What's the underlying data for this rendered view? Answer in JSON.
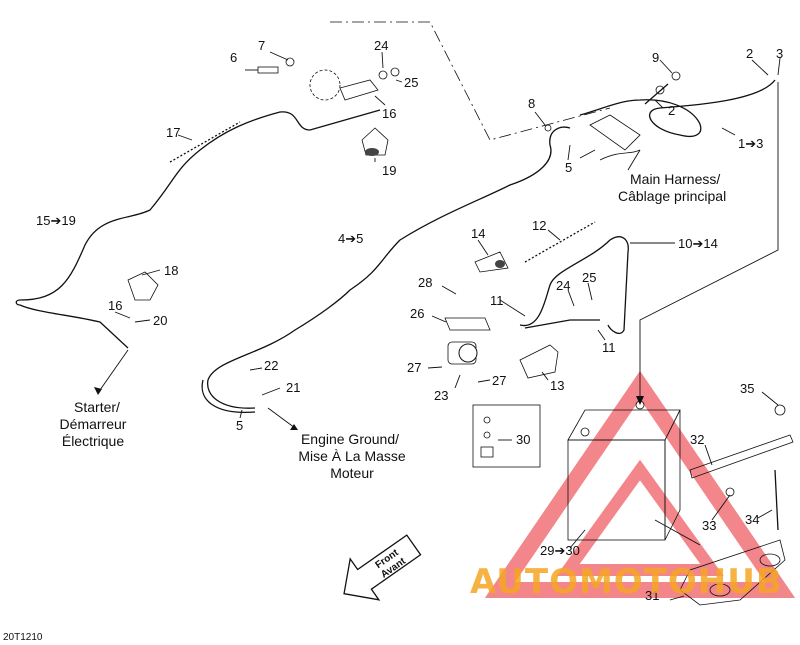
{
  "diagram": {
    "parts": {
      "p1_3": "1➔3",
      "p2a": "2",
      "p2b": "2",
      "p3": "3",
      "p4_5": "4➔5",
      "p5a": "5",
      "p5b": "5",
      "p6": "6",
      "p7": "7",
      "p8": "8",
      "p9": "9",
      "p10_14": "10➔14",
      "p11a": "11",
      "p11b": "11",
      "p12": "12",
      "p13": "13",
      "p14": "14",
      "p15_19": "15➔19",
      "p16a": "16",
      "p16b": "16",
      "p17": "17",
      "p18": "18",
      "p19": "19",
      "p20": "20",
      "p21": "21",
      "p22": "22",
      "p23": "23",
      "p24a": "24",
      "p24b": "24",
      "p25a": "25",
      "p25b": "25",
      "p26": "26",
      "p27a": "27",
      "p27b": "27",
      "p28": "28",
      "p29_30": "29➔30",
      "p30": "30",
      "p31": "31",
      "p32": "32",
      "p33": "33",
      "p34": "34",
      "p35": "35"
    },
    "labels": {
      "main_harness_1": "Main Harness/",
      "main_harness_2": "Câblage principal",
      "starter_1": "Starter/",
      "starter_2": "Démarreur",
      "starter_3": "Électrique",
      "engine_ground_1": "Engine Ground/",
      "engine_ground_2": "Mise À La Masse",
      "engine_ground_3": "Moteur",
      "front_1": "Front",
      "front_2": "Avant"
    },
    "code": "20T1210",
    "watermark": "AUTOMOTOHUB",
    "colors": {
      "watermark_red": "#e8252b",
      "watermark_orange": "#f5a623"
    }
  }
}
